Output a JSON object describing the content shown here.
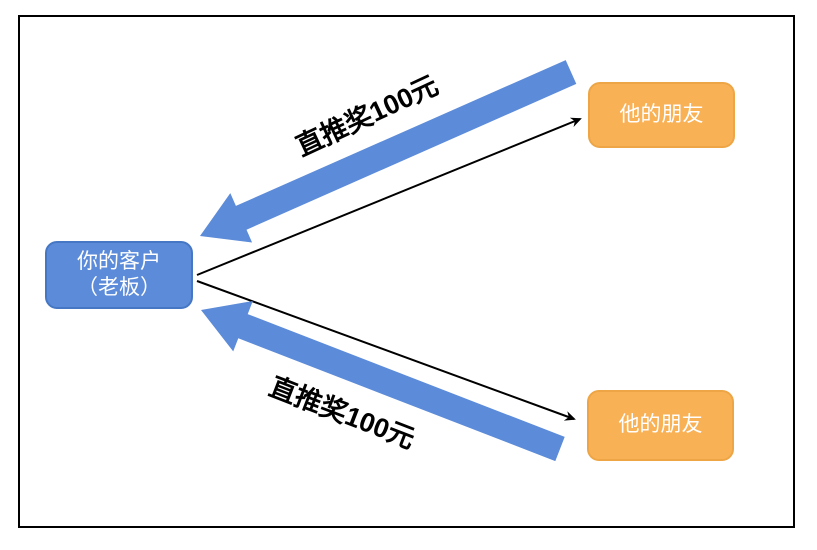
{
  "colors": {
    "frame_border": "#000000",
    "connector_black": "#000000",
    "arrow_blue": "#5B8BD9",
    "label_text": "#000000",
    "node_text": "#FFFFFF",
    "node_blue_fill": "#5B8BD9",
    "node_blue_border": "#4577C4",
    "node_orange_fill": "#F9B156",
    "node_orange_border": "#EDA545"
  },
  "diagram": {
    "customer_node": {
      "line1": "你的客户",
      "line2": "（老板）"
    },
    "friend_top_node": {
      "label": "他的朋友"
    },
    "friend_bottom_node": {
      "label": "他的朋友"
    },
    "reward_label_top": "直推奖100元",
    "reward_label_bottom": "直推奖100元"
  }
}
